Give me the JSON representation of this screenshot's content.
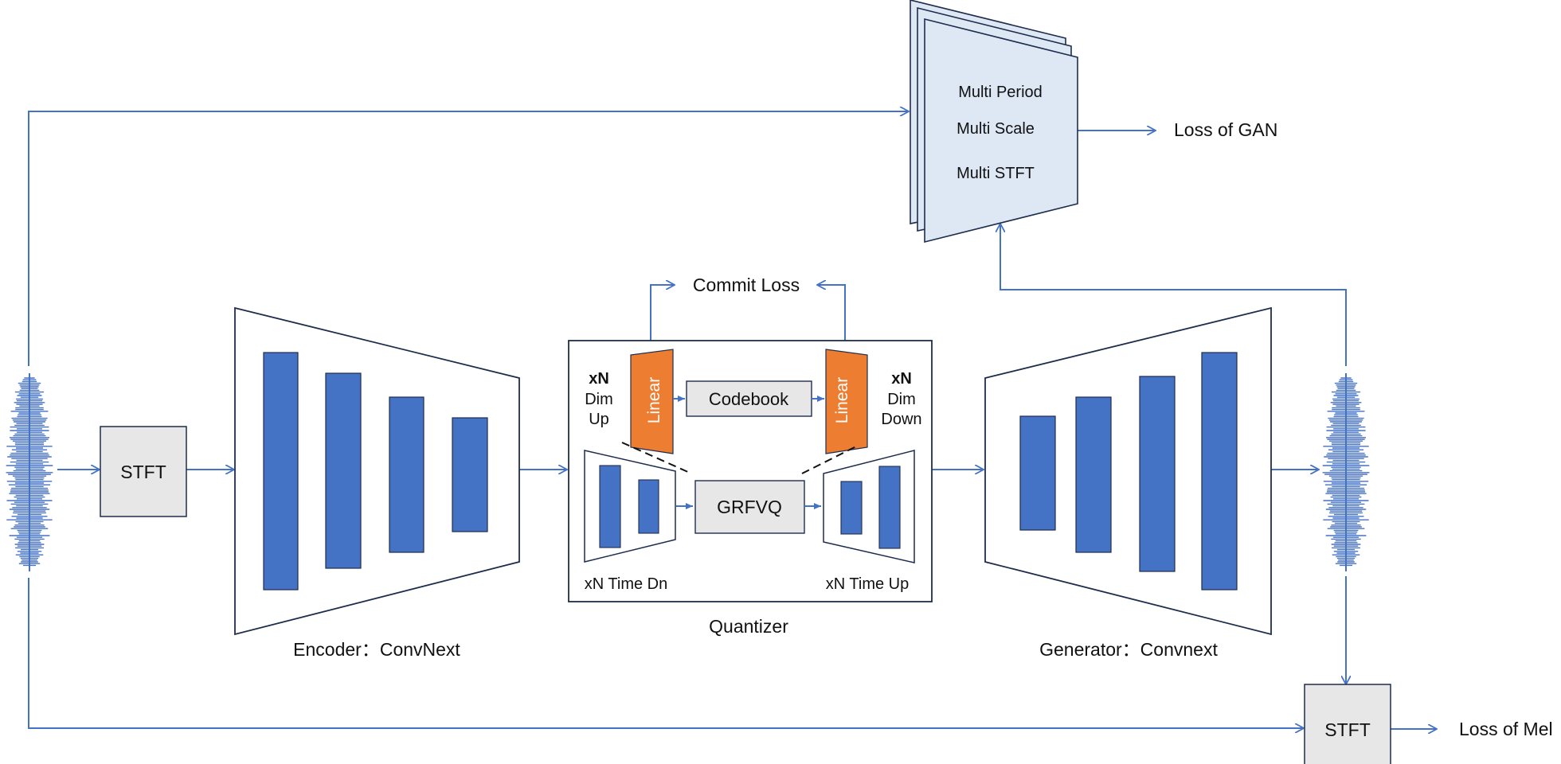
{
  "labels": {
    "stft_in": "STFT",
    "stft_out": "STFT",
    "encoder": "Encoder：ConvNext",
    "generator": "Generator：Convnext",
    "quantizer": "Quantizer",
    "commit_loss": "Commit Loss",
    "codebook": "Codebook",
    "grfvq": "GRFVQ",
    "linear_left": "Linear",
    "linear_right": "Linear",
    "xn_left": "xN",
    "dim_up_1": "Dim",
    "dim_up_2": "Up",
    "xn_right": "xN",
    "dim_down_1": "Dim",
    "dim_down_2": "Down",
    "time_dn": "xN  Time Dn",
    "time_up": "xN  Time Up",
    "disc_1": "Multi Period",
    "disc_2": "Multi Scale",
    "disc_3": "Multi STFT",
    "loss_gan": "Loss of GAN",
    "loss_mel": "Loss of Mel"
  },
  "colors": {
    "line": "#4472C4",
    "bar": "#4472C4",
    "outline": "#1F2D4D",
    "gray_box": "#E7E7E7",
    "disc_fill": "#DEE8F5",
    "linear": "#ED7D31"
  },
  "icons": {
    "input_waveform": "audio-waveform-icon",
    "output_waveform": "audio-waveform-icon"
  }
}
